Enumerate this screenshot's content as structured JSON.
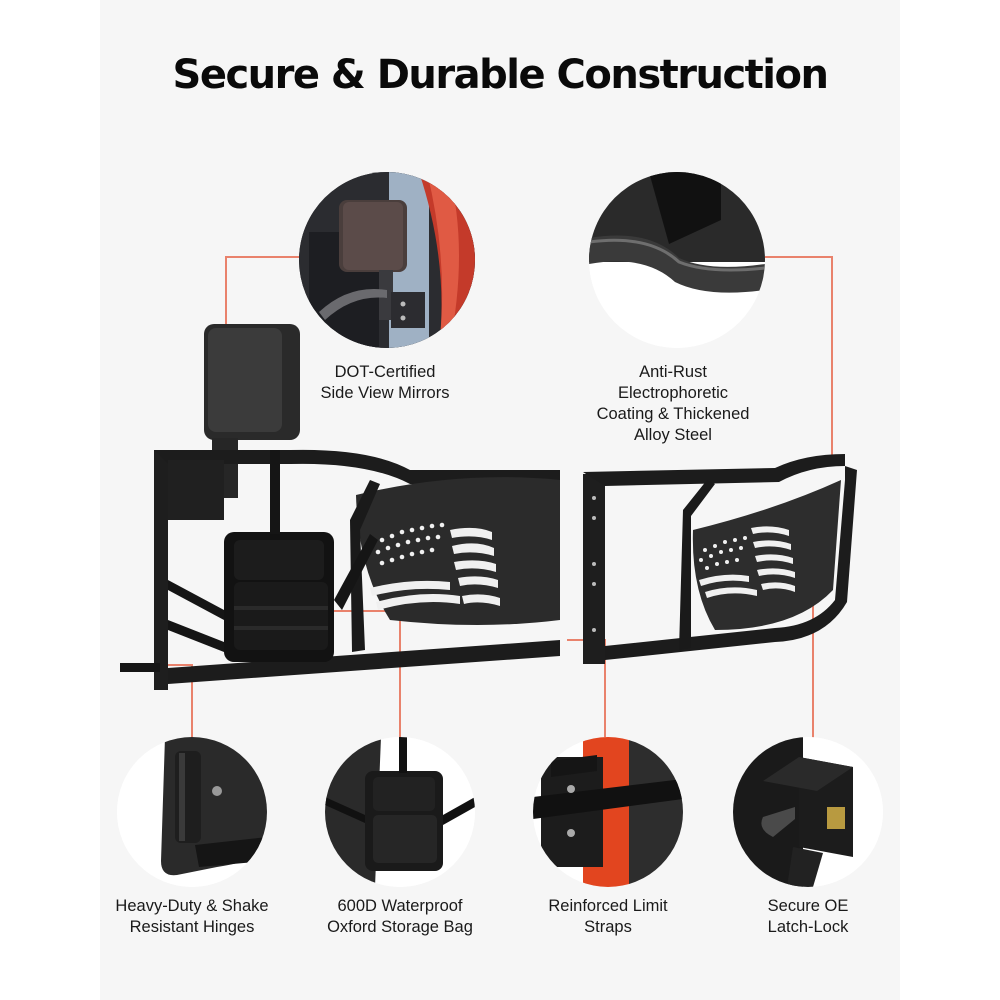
{
  "title": "Secure & Durable Construction",
  "colors": {
    "background": "#f6f6f6",
    "page": "#ffffff",
    "accent_line": "#e9826c",
    "product_black": "#1e1e1e",
    "vehicle_red": "#e2451f"
  },
  "features": [
    {
      "id": "mirrors",
      "icon": "side-mirror-closeup",
      "line1": "DOT-Certified",
      "line2": "Side View Mirrors"
    },
    {
      "id": "coating",
      "icon": "steel-tube-closeup",
      "line1": "Anti-Rust",
      "line2": "Electrophoretic",
      "line3": "Coating & Thickened",
      "line4": "Alloy Steel"
    },
    {
      "id": "hinges",
      "icon": "hinge-closeup",
      "line1": "Heavy-Duty & Shake",
      "line2": "Resistant Hinges"
    },
    {
      "id": "bag",
      "icon": "storage-bag-closeup",
      "line1": "600D Waterproof",
      "line2": "Oxford Storage Bag"
    },
    {
      "id": "straps",
      "icon": "limit-strap-closeup",
      "line1": "Reinforced Limit",
      "line2": "Straps"
    },
    {
      "id": "latch",
      "icon": "latch-lock-closeup",
      "line1": "Secure OE",
      "line2": "Latch-Lock"
    }
  ],
  "product": {
    "front_door": "tubular-door-front-with-mirror-and-bag",
    "rear_door": "tubular-door-rear",
    "emblem": "american-flag-cutout"
  }
}
